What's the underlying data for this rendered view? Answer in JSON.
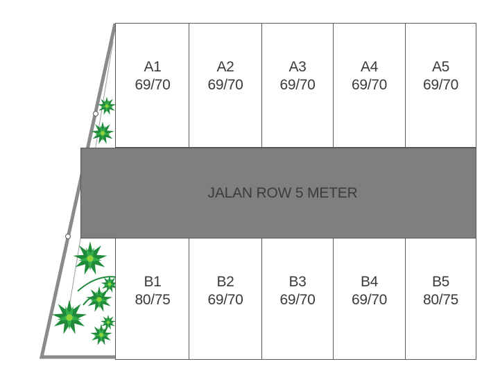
{
  "plan": {
    "road": {
      "label": "JALAN ROW 5 METER",
      "color": "#7f7f7f"
    },
    "row_a": [
      {
        "id": "A1",
        "size": "69/70"
      },
      {
        "id": "A2",
        "size": "69/70"
      },
      {
        "id": "A3",
        "size": "69/70"
      },
      {
        "id": "A4",
        "size": "69/70"
      },
      {
        "id": "A5",
        "size": "69/70"
      }
    ],
    "row_b": [
      {
        "id": "B1",
        "size": "80/75"
      },
      {
        "id": "B2",
        "size": "69/70"
      },
      {
        "id": "B3",
        "size": "69/70"
      },
      {
        "id": "B4",
        "size": "69/70"
      },
      {
        "id": "B5",
        "size": "80/75"
      }
    ],
    "green_area": {
      "icon": "plant-icon",
      "color_dark": "#1e8a3a",
      "color_light": "#7ccf3c"
    },
    "colors": {
      "lot_border": "#5a5a5a",
      "boundary": "#8a8a8a",
      "text": "#3a3a3a"
    }
  }
}
